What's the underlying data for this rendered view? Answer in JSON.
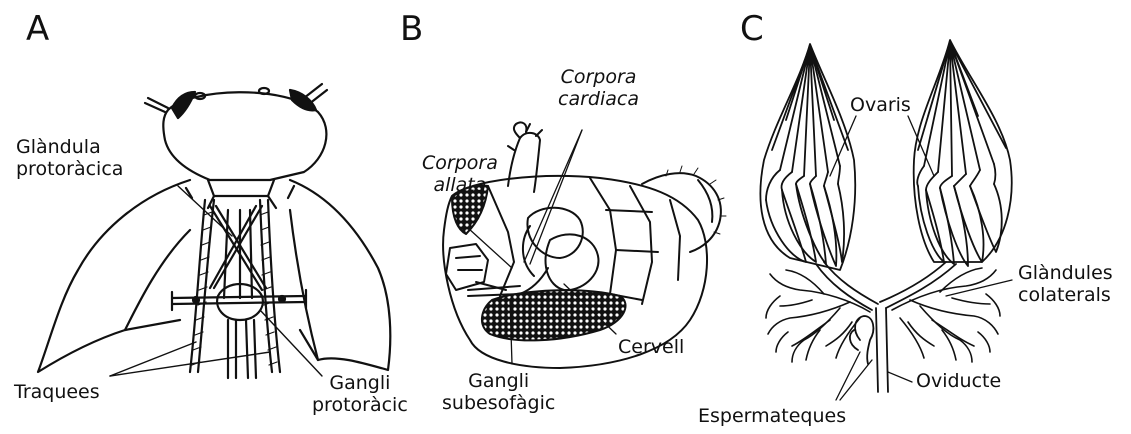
{
  "panels": [
    {
      "letter": "A",
      "labels": {
        "gland_line1": "Glàndula",
        "gland_line2": "protoràcica",
        "tracheae": "Traquees",
        "ganglion_line1": "Gangli",
        "ganglion_line2": "protoràcic"
      }
    },
    {
      "letter": "B",
      "labels": {
        "cardiaca_line1": "Corpora",
        "cardiaca_line2": "cardiaca",
        "allata_line1": "Corpora",
        "allata_line2": "allata",
        "sub_line1": "Gangli",
        "sub_line2": "subesofàgic",
        "brain": "Cervell"
      }
    },
    {
      "letter": "C",
      "labels": {
        "ovaries": "Ovaris",
        "glands_line1": "Glàndules",
        "glands_line2": "colaterals",
        "oviduct": "Oviducte",
        "spermathecae": "Espermateques"
      }
    }
  ],
  "colors": {
    "ink": "#111111",
    "background": "#ffffff"
  }
}
